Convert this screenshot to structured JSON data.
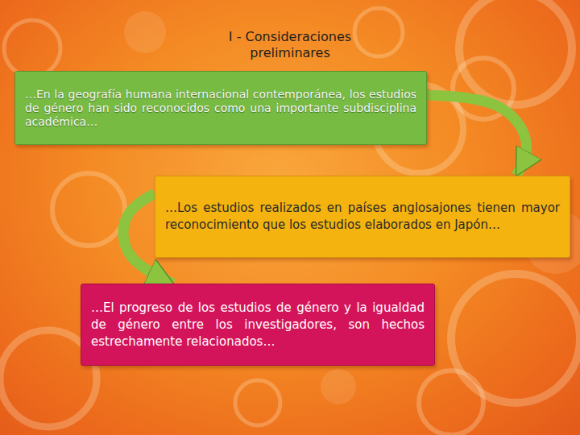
{
  "diagram": {
    "title": "I - Consideraciones preliminares",
    "nodes": [
      {
        "text": [
          "…En la geografía humana internacional contemporánea, los estudios de género han sido reconocidos como una importante subdisciplina académica…"
        ]
      },
      {
        "text": [
          "…Los estudios realizados en países anglosajones tienen mayor reconocimiento que los estudios elaborados en Japón…"
        ]
      },
      {
        "text": [
          "…El progreso de los estudios de género y la igualdad de género entre los investigadores, son hechos estrechamente relacionados…"
        ]
      }
    ],
    "edges": [
      {
        "from": 0,
        "to": 1,
        "arrow": "to"
      },
      {
        "from": 1,
        "to": 2,
        "arrow": "to"
      }
    ]
  }
}
